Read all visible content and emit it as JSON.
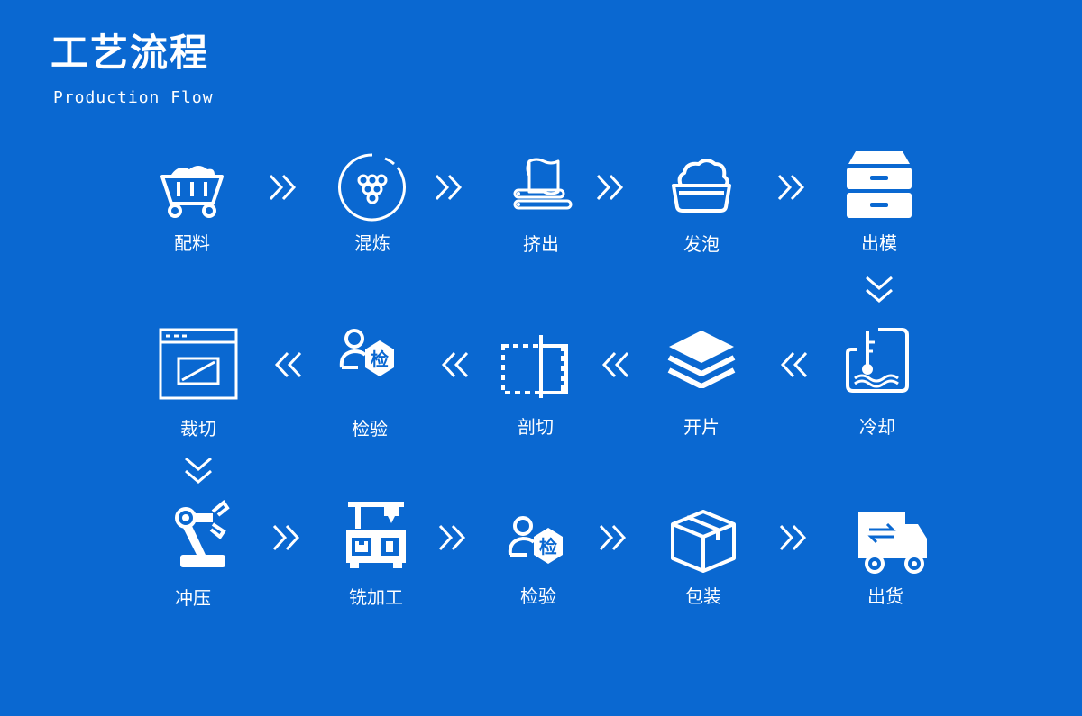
{
  "header": {
    "title": "工艺流程",
    "subtitle": "Production Flow"
  },
  "steps": [
    {
      "label": "配料",
      "icon": "mine-cart-icon"
    },
    {
      "label": "混炼",
      "icon": "mixing-icon"
    },
    {
      "label": "挤出",
      "icon": "extrusion-rollers-icon"
    },
    {
      "label": "发泡",
      "icon": "foaming-basket-icon"
    },
    {
      "label": "出模",
      "icon": "drawers-icon"
    },
    {
      "label": "冷却",
      "icon": "cooling-tank-icon"
    },
    {
      "label": "开片",
      "icon": "layers-icon"
    },
    {
      "label": "剖切",
      "icon": "cutting-icon"
    },
    {
      "label": "检验",
      "icon": "inspection-icon"
    },
    {
      "label": "裁切",
      "icon": "cutting-window-icon"
    },
    {
      "label": "冲压",
      "icon": "robot-arm-icon"
    },
    {
      "label": "铣加工",
      "icon": "milling-machine-icon"
    },
    {
      "label": "检验",
      "icon": "inspection-icon"
    },
    {
      "label": "包装",
      "icon": "package-box-icon"
    },
    {
      "label": "出货",
      "icon": "delivery-truck-icon"
    }
  ],
  "colors": {
    "background": "#0a68d1",
    "foreground": "#ffffff"
  }
}
